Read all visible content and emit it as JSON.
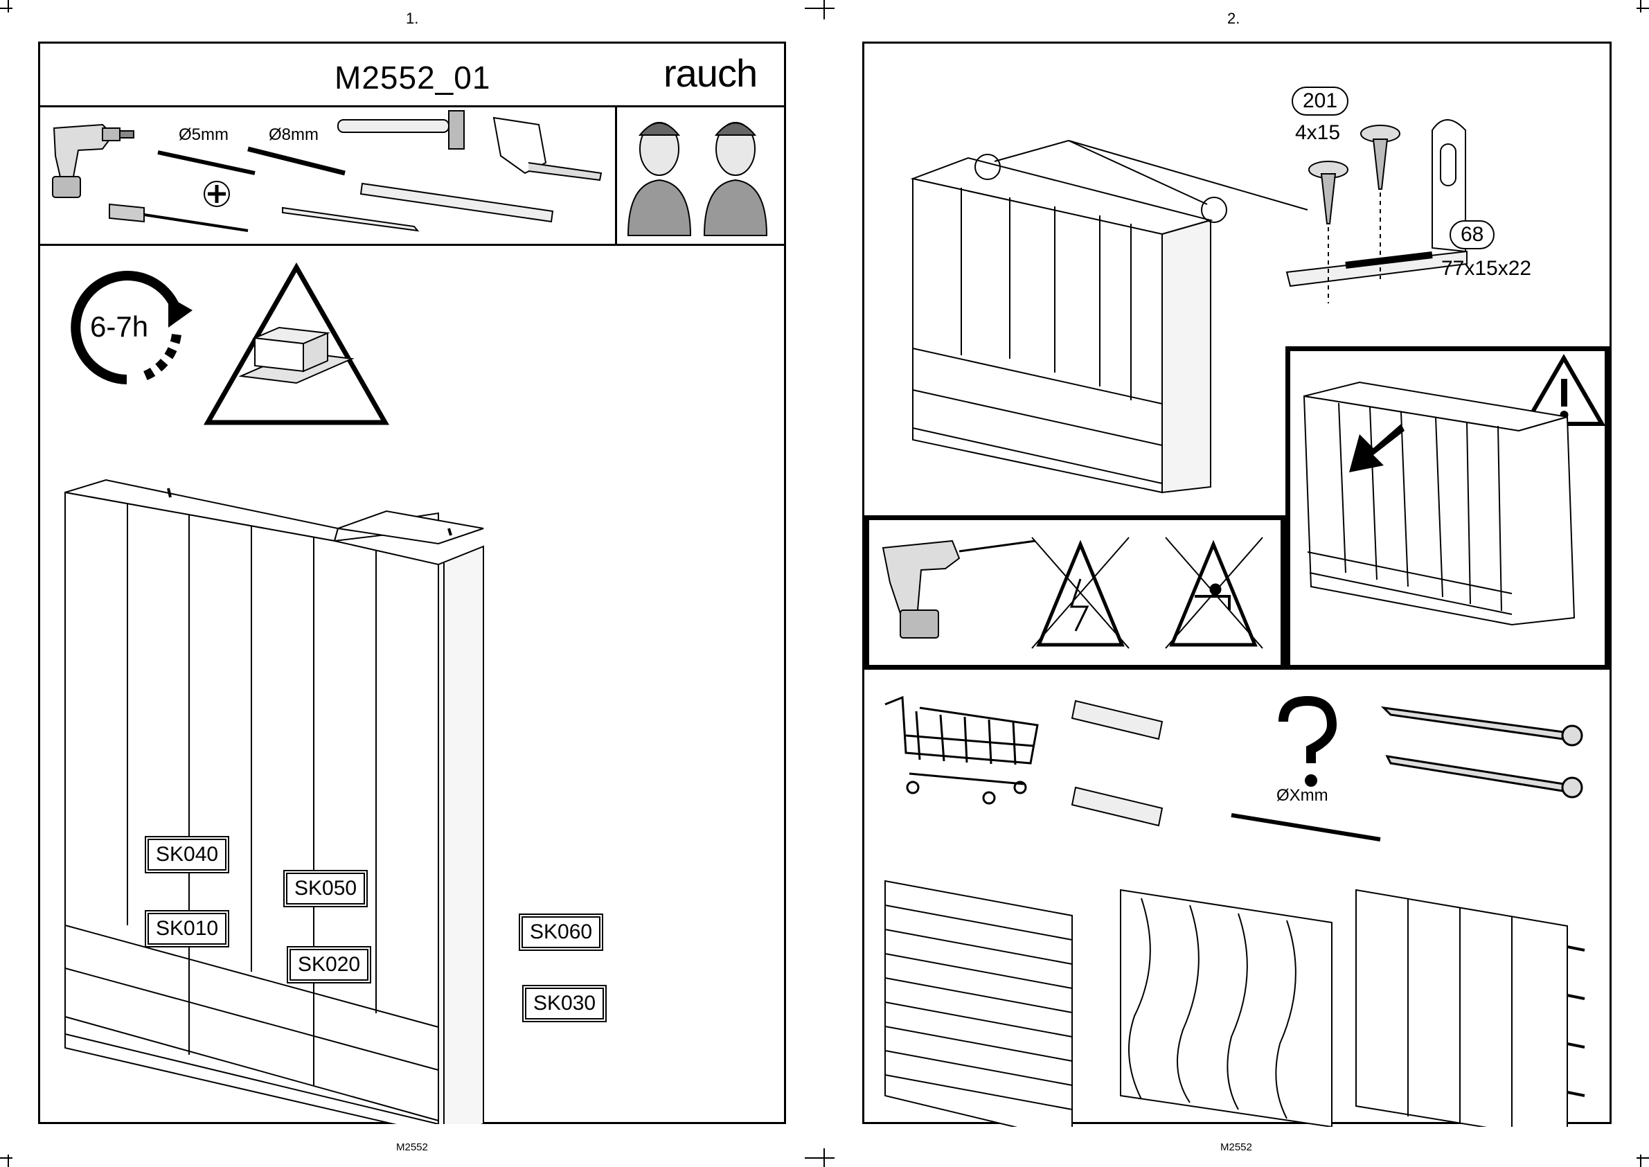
{
  "pages": [
    {
      "number": "1.",
      "footer": "M2552",
      "title": "M2552_01",
      "brand": "rauch",
      "tools": [
        {
          "icon": "cordless-drill-icon"
        },
        {
          "icon": "drill-bit-5mm-icon",
          "label": "Ø5mm"
        },
        {
          "icon": "drill-bit-8mm-icon",
          "label": "Ø8mm"
        },
        {
          "icon": "hammer-icon"
        },
        {
          "icon": "tape-measure-icon"
        },
        {
          "icon": "phillips-screwdriver-icon"
        },
        {
          "icon": "pencil-icon"
        },
        {
          "icon": "spirit-level-icon"
        }
      ],
      "assemblers_icon": "two-person-assembly-icon",
      "duration": "6-7h",
      "warning_icon": "protect-floor-triangle-icon",
      "drawer_labels": [
        "SK040",
        "SK050",
        "SK010",
        "SK060",
        "SK020",
        "SK030"
      ]
    },
    {
      "number": "2.",
      "footer": "M2552",
      "fixing": {
        "screw_id": "201",
        "screw_size": "4x15",
        "bracket_id": "68",
        "bracket_size": "77x15x22"
      },
      "drill_size": "ØXmm",
      "icons": [
        "wardrobe-wall-fixing-icon",
        "tip-over-warning-icon",
        "no-electric-cable-icon",
        "no-water-pipe-icon",
        "shopping-cart-icon",
        "wall-plug-icon",
        "question-mark-icon",
        "long-screw-icon",
        "brick-wall-icon",
        "wooden-wall-icon",
        "plasterboard-wall-icon"
      ]
    }
  ]
}
